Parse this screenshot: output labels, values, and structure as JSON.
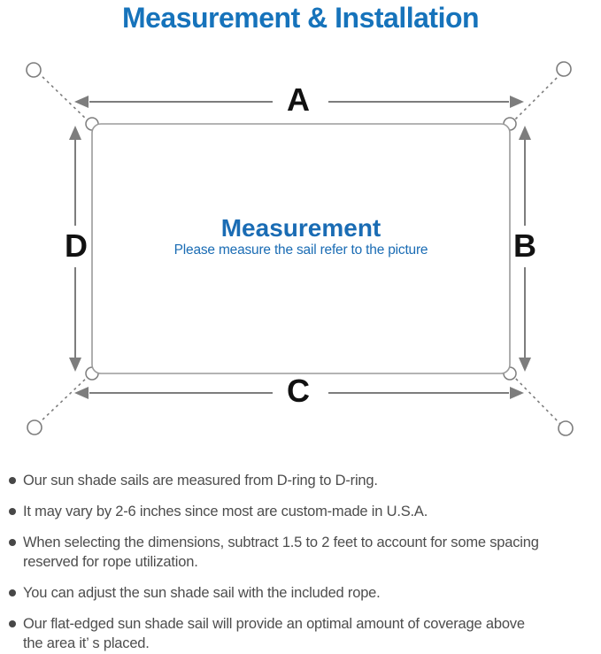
{
  "title": "Measurement & Installation",
  "diagram": {
    "labels": {
      "top": "A",
      "right": "B",
      "bottom": "C",
      "left": "D"
    },
    "center_title": "Measurement",
    "center_subtitle": "Please measure the sail refer to the picture"
  },
  "notes": {
    "items": [
      {
        "lines": [
          "Our sun shade sails are measured from D-ring to D-ring."
        ]
      },
      {
        "lines": [
          "It may vary by 2-6 inches since most are custom-made in U.S.A."
        ]
      },
      {
        "lines": [
          "When selecting the dimensions, subtract 1.5 to 2 feet to account for some spacing",
          "reserved for rope utilization."
        ]
      },
      {
        "lines": [
          "You can adjust the sun shade sail with the included rope."
        ]
      },
      {
        "lines": [
          "Our flat-edged sun shade sail will provide an optimal amount of coverage above",
          "the area it’ s placed."
        ]
      }
    ]
  },
  "colors": {
    "title_blue": "#1673bb",
    "center_blue": "#1a6cb4",
    "body_text": "#4d4d4d",
    "bullet_dot": "#474747",
    "arrow_gray": "#7d7d7d",
    "outline_gray": "#9b9b9b",
    "label_black": "#111111"
  }
}
